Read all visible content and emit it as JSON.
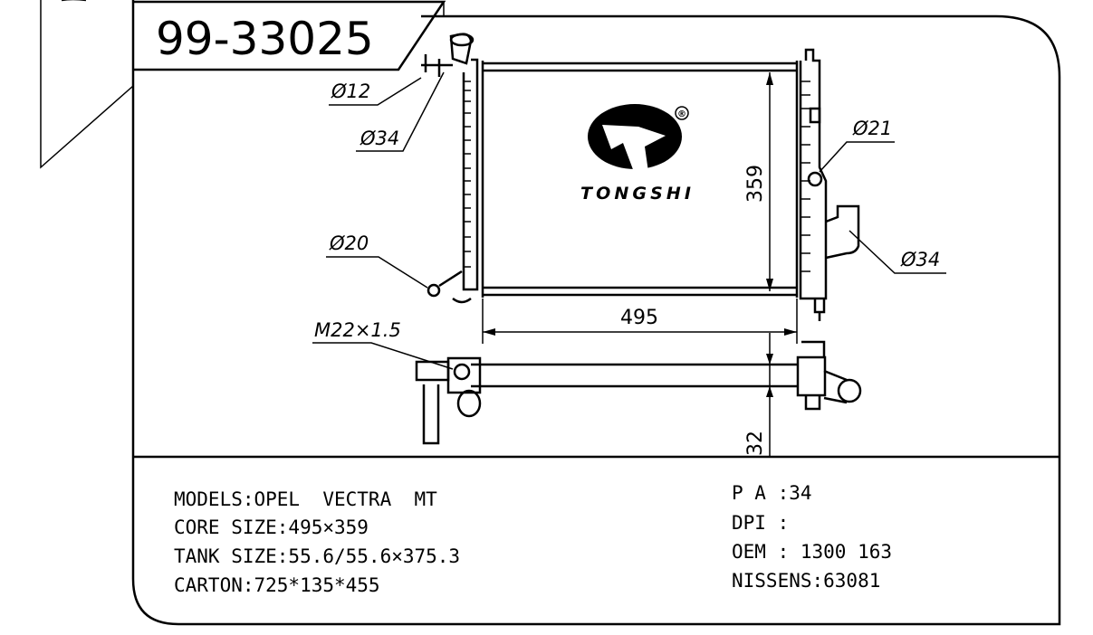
{
  "part_number": "99-33025",
  "brand": {
    "name": "TONGSHI",
    "registered_mark": "®"
  },
  "callouts": {
    "left_small_pipe": "Ø12",
    "left_inlet": "Ø34",
    "left_drain": "Ø20",
    "right_fitting": "Ø21",
    "right_outlet": "Ø34",
    "thread": "M22×1.5"
  },
  "dimensions": {
    "width": "495",
    "height": "359",
    "thickness": "32"
  },
  "specs_left": [
    "MODELS:OPEL  VECTRA  MT",
    "CORE SIZE:495×359",
    "TANK SIZE:55.6/55.6×375.3",
    "CARTON:725*135*455"
  ],
  "specs_right": [
    "P A :34",
    "DPI :",
    "OEM : 1300 163",
    "NISSENS:63081"
  ]
}
